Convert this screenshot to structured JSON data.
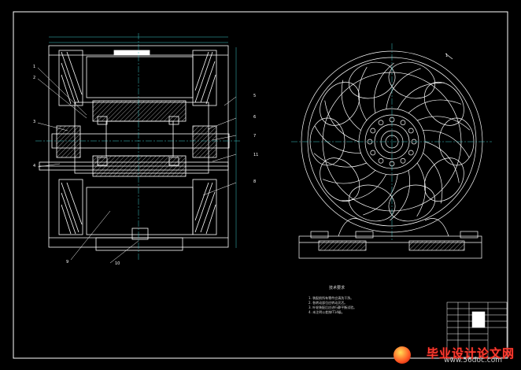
{
  "drawing": {
    "background": "#000000",
    "line_color": "#ffffff",
    "callout_color": "#ffffff",
    "dim_color": "#3cc8c8",
    "frame_color": "#ffffff",
    "front_view_labels": [
      "1",
      "2",
      "3",
      "4",
      "5",
      "6",
      "7",
      "8",
      "9",
      "10",
      "11"
    ],
    "side_view_labels": [
      "1"
    ],
    "tech_requirements_title": "技术要求",
    "tech_requirements": [
      "1. 装配前所有零件应清洗干净。",
      "2. 各转动部位应转动灵活。",
      "3. 叶轮装配后应进行静平衡试验。",
      "4. 未注明公差按IT14级。"
    ]
  },
  "watermark": {
    "title": "毕业设计论文网",
    "url": "www.56doc.com",
    "logo": "sun-logo-icon"
  }
}
